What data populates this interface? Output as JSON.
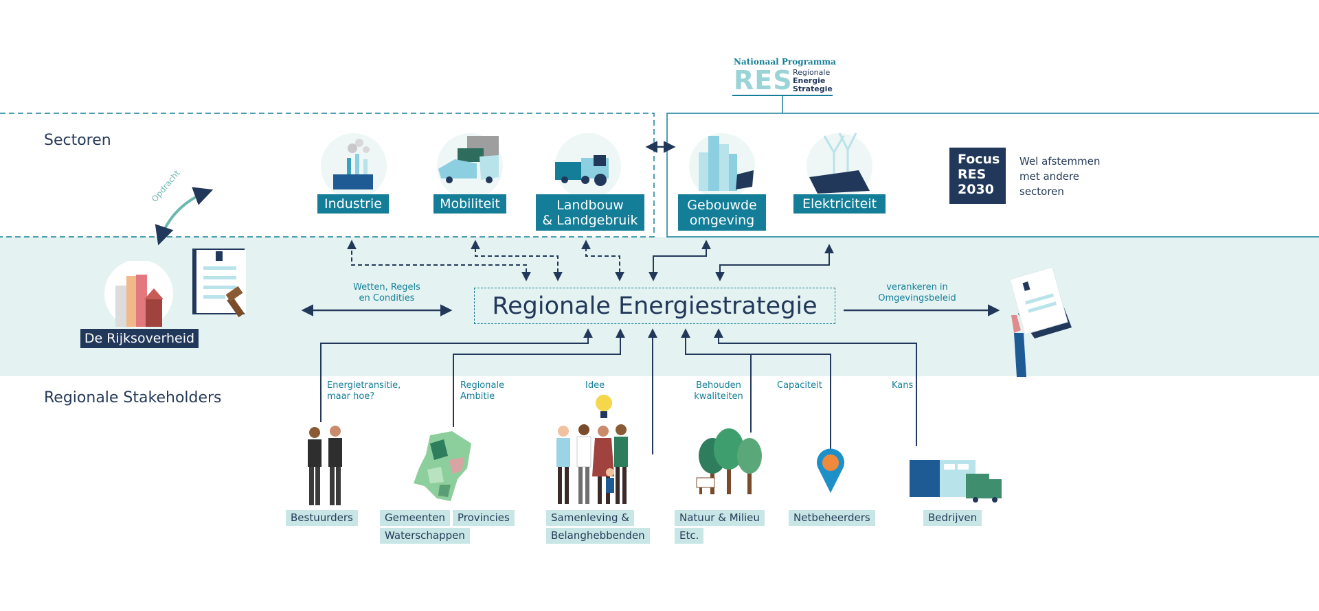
{
  "logo": {
    "program": "Nationaal Programma",
    "res": "RES",
    "sub_1": "Regionale",
    "sub_2": "Energie",
    "sub_3": "Strategie"
  },
  "sections": {
    "sectoren": "Sectoren",
    "stakeholders": "Regionale Stakeholders"
  },
  "sectors": {
    "industrie": "Industrie",
    "mobiliteit": "Mobiliteit",
    "landbouw_1": "Landbouw",
    "landbouw_2": "& Landgebruik",
    "gebouwde_1": "Gebouwde",
    "gebouwde_2": "omgeving",
    "elektriciteit": "Elektriciteit"
  },
  "focus": {
    "line_1": "Focus",
    "line_2": "RES",
    "line_3": "2030",
    "note_1": "Wel afstemmen",
    "note_2": "met andere",
    "note_3": "sectoren"
  },
  "center": {
    "title": "Regionale Energiestrategie"
  },
  "rijksoverheid": {
    "label": "De Rijksoverheid",
    "opdracht": "Opdracht"
  },
  "relations": {
    "wetten_1": "Wetten, Regels",
    "wetten_2": "en Condities",
    "verankeren_1": "verankeren in",
    "verankeren_2": "Omgevingsbeleid"
  },
  "inputs": {
    "energietransitie_1": "Energietransitie,",
    "energietransitie_2": "maar hoe?",
    "ambitie_1": "Regionale",
    "ambitie_2": "Ambitie",
    "idee": "Idee",
    "behouden_1": "Behouden",
    "behouden_2": "kwaliteiten",
    "capaciteit": "Capaciteit",
    "kans": "Kans"
  },
  "stakeholders": {
    "bestuurders": "Bestuurders",
    "gemeenten": "Gemeenten",
    "provincies": "Provincies",
    "waterschappen": "Waterschappen",
    "samenleving": "Samenleving &",
    "belanghebbenden": "Belanghebbenden",
    "natuur": "Natuur & Milieu",
    "etc": "Etc.",
    "netbeheerders": "Netbeheerders",
    "bedrijven": "Bedrijven"
  },
  "colors": {
    "navy": "#22385a",
    "teal": "#147e98",
    "band": "#e4f3f1",
    "tag": "#c7e6e5",
    "accent_light": "#9ad4d6"
  }
}
